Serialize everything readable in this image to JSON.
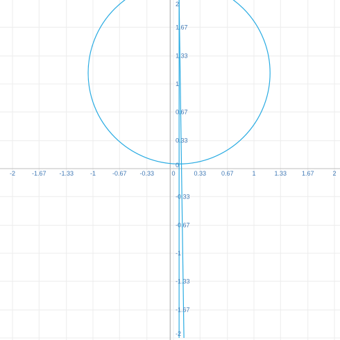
{
  "chart_data": {
    "type": "line",
    "title": "",
    "xlabel": "",
    "ylabel": "",
    "xlim": [
      -2,
      2
    ],
    "ylim": [
      -2,
      2
    ],
    "grid": true,
    "x_ticks": [
      "-2",
      "-1.67",
      "-1.33",
      "-1",
      "-0.67",
      "-0.33",
      "0",
      "0.33",
      "0.67",
      "1",
      "1.33",
      "1.67",
      "2"
    ],
    "x_tick_values": [
      -2,
      -1.67,
      -1.33,
      -1,
      -0.67,
      -0.33,
      0,
      0.33,
      0.67,
      1,
      1.33,
      1.67,
      2
    ],
    "y_ticks": [
      "2",
      "1.67",
      "1.33",
      "1",
      "0.67",
      "0.33",
      "0",
      "-0.33",
      "-0.67",
      "-1",
      "-1.33",
      "-1.67",
      "-2"
    ],
    "y_tick_values": [
      2,
      1.67,
      1.33,
      1,
      0.67,
      0.33,
      0,
      -0.33,
      -0.67,
      -1,
      -1.33,
      -1.67,
      -2
    ],
    "series": [
      {
        "shape": "circle",
        "center": [
          0.07,
          1.13
        ],
        "radius": 1.13,
        "color": "#29abe2"
      },
      {
        "shape": "line",
        "x": [
          0.07,
          0.07
        ],
        "y": [
          -2,
          2
        ],
        "color": "#29abe2"
      },
      {
        "shape": "line",
        "x": [
          0.07,
          0.13
        ],
        "y": [
          2,
          -2
        ],
        "color": "#29abe2"
      }
    ],
    "colors": {
      "grid": "#ececec",
      "axis": "#bdbdbd",
      "tick_label": "#3f78b5",
      "series": "#29abe2"
    }
  }
}
